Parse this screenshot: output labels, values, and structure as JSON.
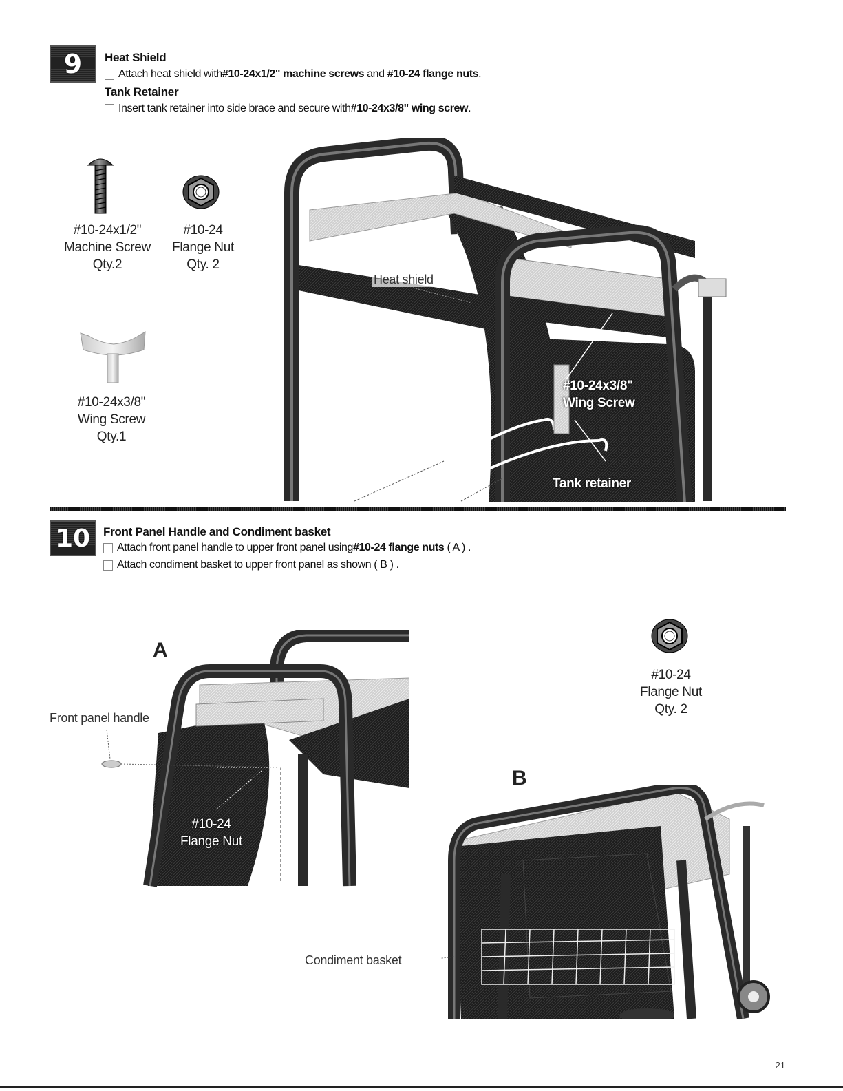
{
  "step9": {
    "number": "9",
    "heading1": "Heat Shield",
    "instr1_pre": "Attach heat shield with ",
    "instr1_b1": "#10-24x1/2\" machine screws",
    "instr1_mid": " and ",
    "instr1_b2": "#10-24 flange nuts",
    "instr1_post": ".",
    "heading2": "Tank Retainer",
    "instr2_pre": "Insert tank retainer into side brace and secure with ",
    "instr2_b": "#10-24x3/8\" wing screw",
    "instr2_post": ".",
    "parts": {
      "screw": [
        "#10-24x1/2\"",
        "Machine Screw",
        "Qty.2"
      ],
      "nut": [
        "#10-24",
        "Flange Nut",
        "Qty. 2"
      ],
      "wing": [
        "#10-24x3/8\"",
        "Wing Screw",
        "Qty.1"
      ]
    },
    "callouts": {
      "heat_shield": "Heat shield",
      "wing_screw_1": "#10-24x3/8\"",
      "wing_screw_2": "Wing Screw",
      "tank_retainer": "Tank retainer"
    }
  },
  "step10": {
    "number": "10",
    "heading": "Front Panel Handle and Condiment basket",
    "instr1_pre": "Attach front panel handle to upper front panel using ",
    "instr1_b": "#10-24 flange nuts",
    "instr1_post": " ( A ) .",
    "instr2": "Attach condiment basket to upper front panel as shown ( B ) .",
    "label_a": "A",
    "label_b": "B",
    "callouts": {
      "front_panel_handle": "Front panel handle",
      "flange_nut_1": "#10-24",
      "flange_nut_2": "Flange Nut",
      "condiment_basket": "Condiment basket"
    },
    "part_nut": [
      "#10-24",
      "Flange Nut",
      "Qty. 2"
    ]
  },
  "page_number": "21"
}
